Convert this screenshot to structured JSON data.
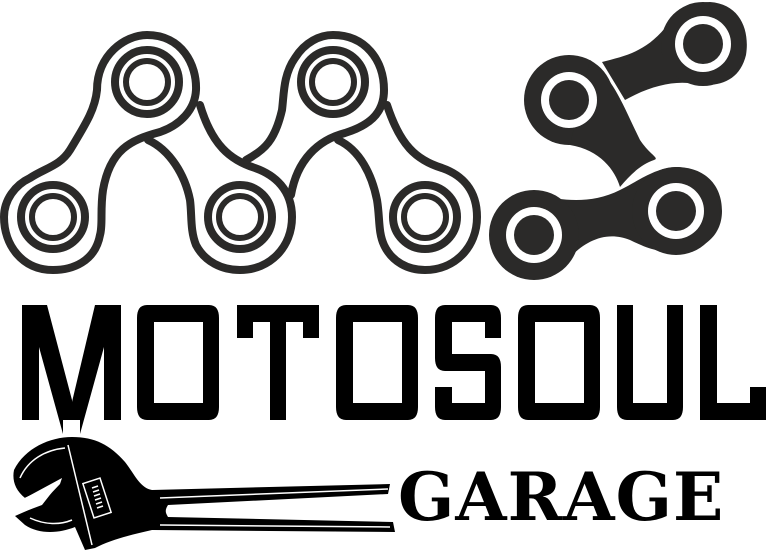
{
  "logo": {
    "brand_name": "MOTOSOUL",
    "sub_name": "GARAGE",
    "monogram": "MS",
    "colors": {
      "chain": "#2b2a29",
      "text": "#000000",
      "background": "#ffffff"
    },
    "icons": {
      "monogram_m": "chain-links-m-icon",
      "monogram_s": "chain-links-s-icon",
      "wrench": "adjustable-wrench-icon"
    }
  }
}
